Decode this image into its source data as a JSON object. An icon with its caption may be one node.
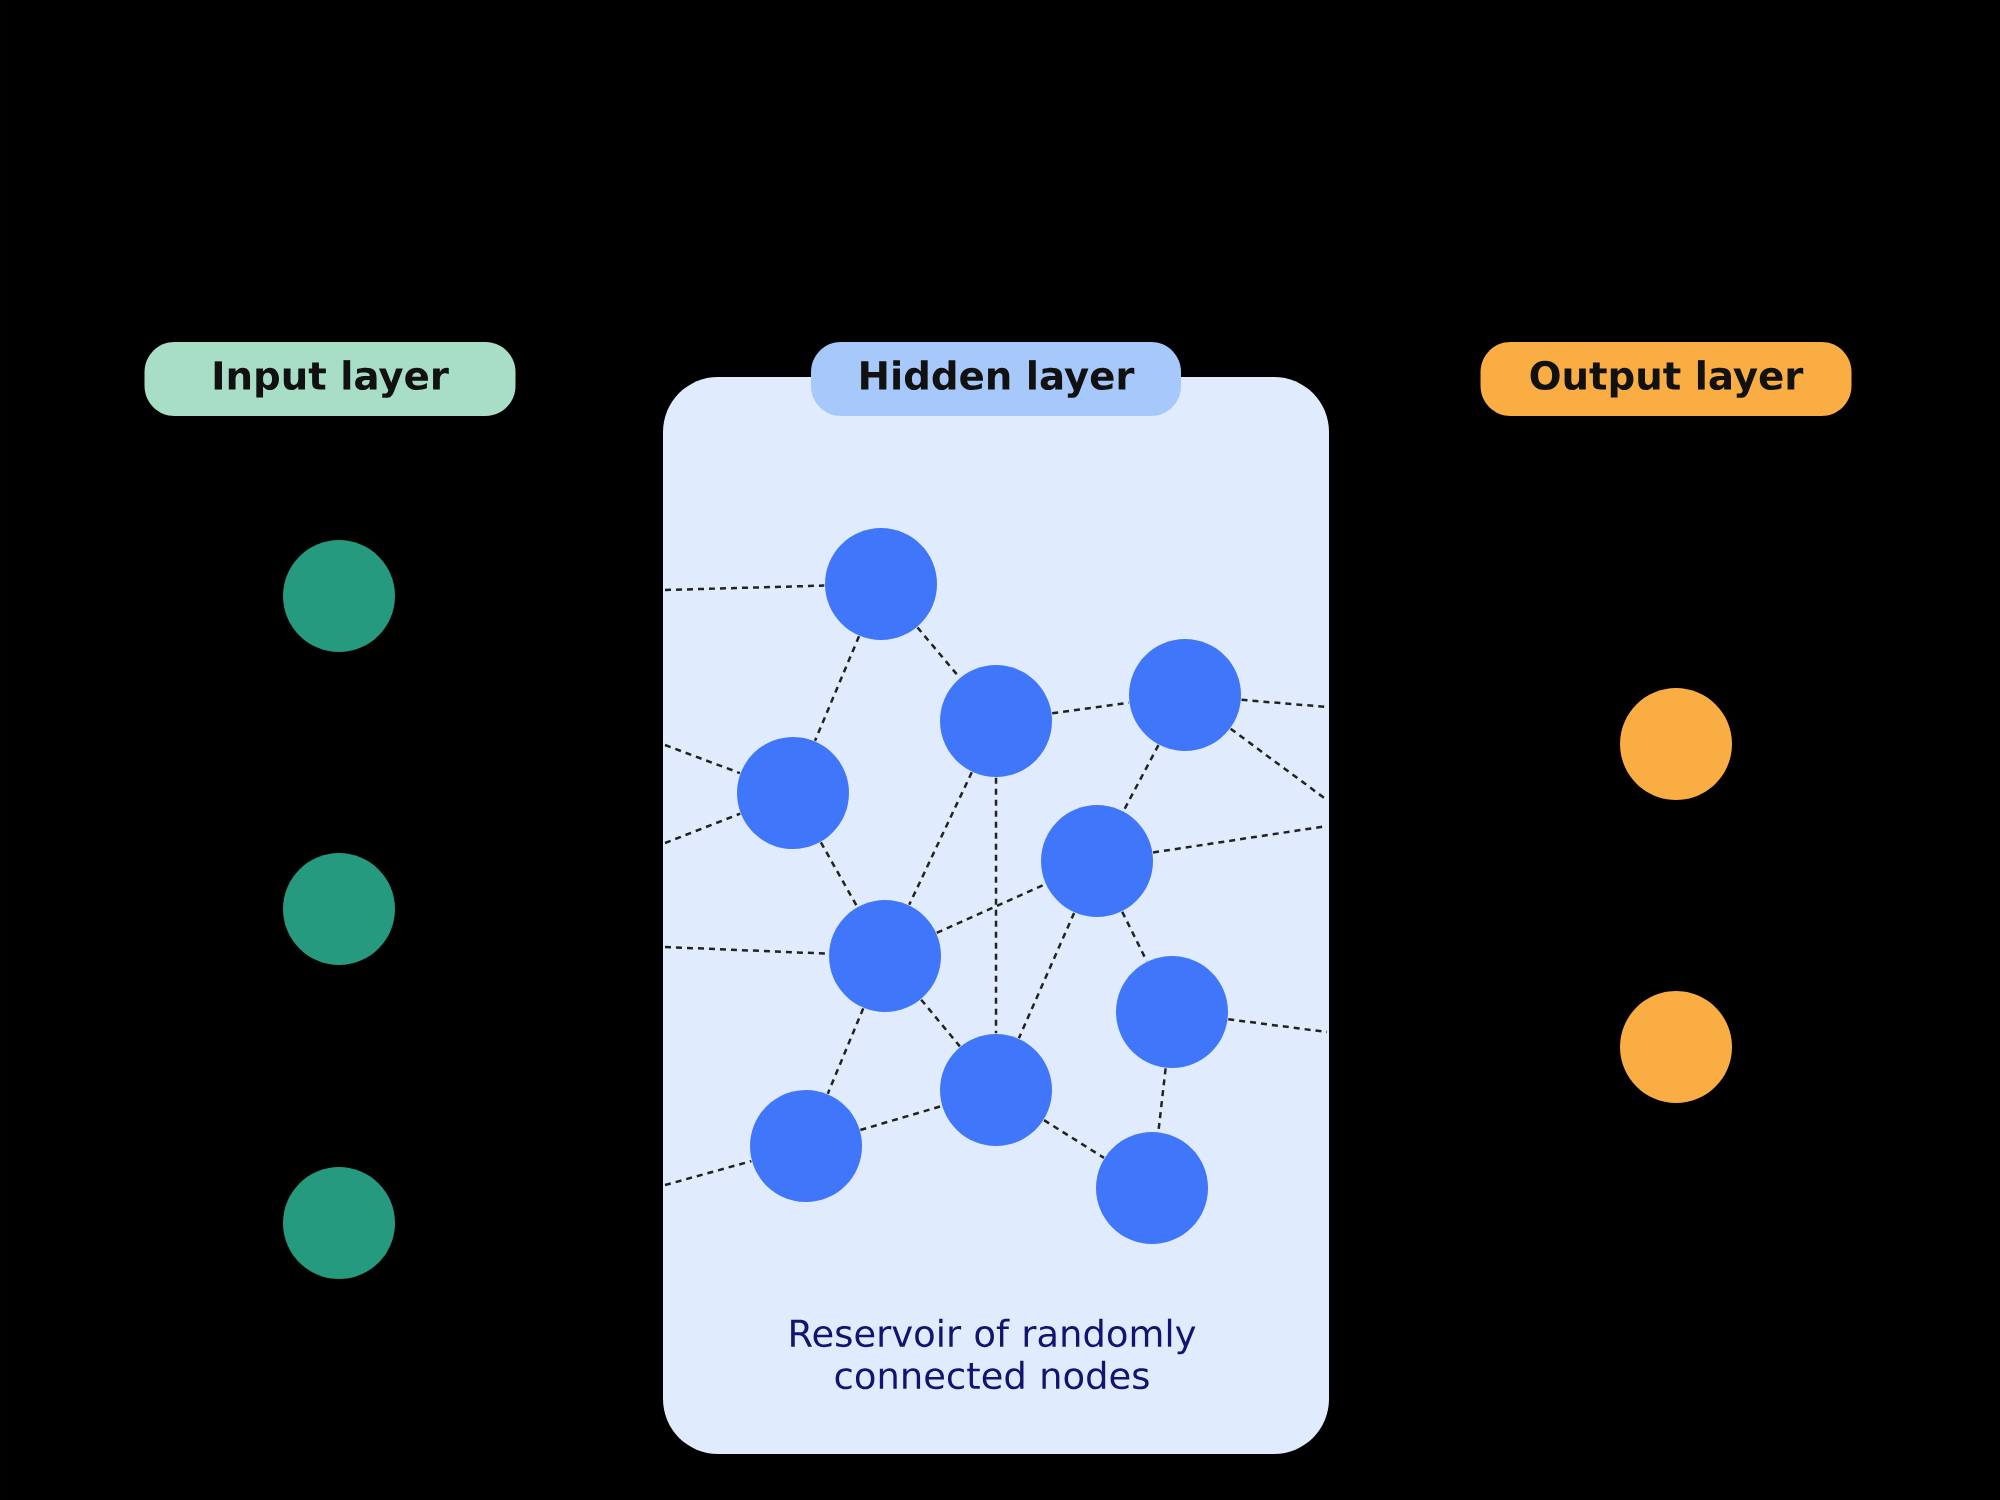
{
  "diagram": {
    "nodes": [
      {
        "text": [
          "Input layer"
        ]
      },
      {
        "text": [
          "Hidden layer",
          "Reservoir of randomly connected nodes"
        ]
      },
      {
        "text": [
          "Output layer"
        ]
      },
      {
        "text": [],
        "shape": "circle"
      },
      {
        "text": [],
        "shape": "circle"
      },
      {
        "text": [],
        "shape": "circle"
      },
      {
        "text": [],
        "shape": "circle",
        "in": 1
      },
      {
        "text": [],
        "shape": "circle",
        "in": 1
      },
      {
        "text": [],
        "shape": "circle",
        "in": 1
      },
      {
        "text": [],
        "shape": "circle",
        "in": 1
      },
      {
        "text": [],
        "shape": "circle",
        "in": 1
      },
      {
        "text": [],
        "shape": "circle",
        "in": 1
      },
      {
        "text": [],
        "shape": "circle",
        "in": 1
      },
      {
        "text": [],
        "shape": "circle",
        "in": 1
      },
      {
        "text": [],
        "shape": "circle",
        "in": 1
      },
      {
        "text": [],
        "shape": "circle",
        "in": 1
      },
      {
        "text": [],
        "shape": "circle"
      },
      {
        "text": [],
        "shape": "circle"
      }
    ],
    "edges": [
      {
        "from": 6,
        "to": 8,
        "arrow": "none",
        "style": "dashed"
      },
      {
        "from": 6,
        "to": 9,
        "arrow": "none",
        "style": "dashed"
      },
      {
        "from": 8,
        "to": 7,
        "arrow": "none",
        "style": "dashed"
      },
      {
        "from": 8,
        "to": 11,
        "arrow": "none",
        "style": "dashed"
      },
      {
        "from": 8,
        "to": 13,
        "arrow": "none",
        "style": "dashed"
      },
      {
        "from": 7,
        "to": 10,
        "arrow": "none",
        "style": "dashed"
      },
      {
        "from": 9,
        "to": 11,
        "arrow": "none",
        "style": "dashed"
      },
      {
        "from": 11,
        "to": 10,
        "arrow": "none",
        "style": "dashed"
      },
      {
        "from": 11,
        "to": 13,
        "arrow": "none",
        "style": "dashed"
      },
      {
        "from": 11,
        "to": 14,
        "arrow": "none",
        "style": "dashed"
      },
      {
        "from": 10,
        "to": 13,
        "arrow": "none",
        "style": "dashed"
      },
      {
        "from": 10,
        "to": 12,
        "arrow": "none",
        "style": "dashed"
      },
      {
        "from": 12,
        "to": 15,
        "arrow": "none",
        "style": "dashed"
      },
      {
        "from": 13,
        "to": 15,
        "arrow": "none",
        "style": "dashed"
      },
      {
        "from": 14,
        "to": 13,
        "arrow": "none",
        "style": "dashed"
      },
      {
        "from": null,
        "to": 6,
        "arrow": "none",
        "style": "dashed"
      },
      {
        "from": null,
        "to": 9,
        "arrow": "none",
        "style": "dashed"
      },
      {
        "from": null,
        "to": 9,
        "arrow": "none",
        "style": "dashed"
      },
      {
        "from": null,
        "to": 11,
        "arrow": "none",
        "style": "dashed"
      },
      {
        "from": null,
        "to": 14,
        "arrow": "none",
        "style": "dashed"
      },
      {
        "from": 7,
        "to": null,
        "arrow": "none",
        "style": "dashed"
      },
      {
        "from": 7,
        "to": null,
        "arrow": "none",
        "style": "dashed"
      },
      {
        "from": 10,
        "to": null,
        "arrow": "none",
        "style": "dashed"
      },
      {
        "from": 12,
        "to": null,
        "arrow": "none",
        "style": "dashed"
      }
    ]
  }
}
